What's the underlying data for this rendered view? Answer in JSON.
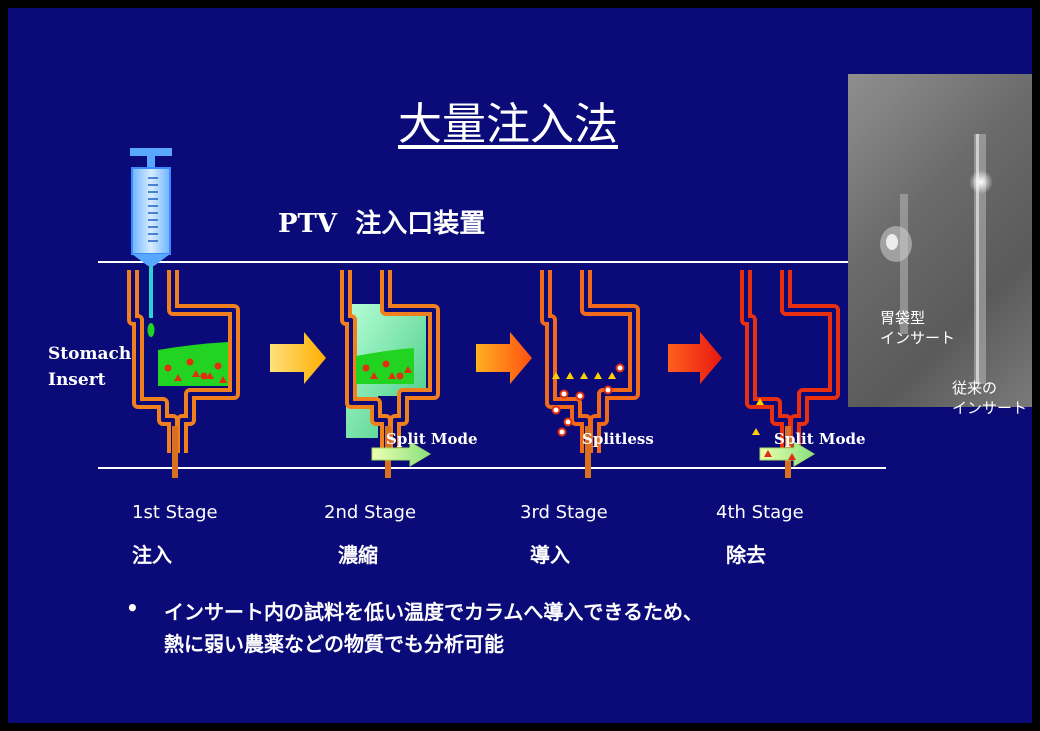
{
  "title": "大量注入法",
  "subtitle_ptv": "PTV",
  "subtitle_rest": "注入口装置",
  "stomach_label_1": "Stomach",
  "stomach_label_2": "Insert",
  "stages": [
    {
      "en": "1st Stage",
      "jp": "注入"
    },
    {
      "en": "2nd Stage",
      "jp": "濃縮",
      "mode": "Split Mode"
    },
    {
      "en": "3rd Stage",
      "jp": "導入",
      "mode": "Splitless"
    },
    {
      "en": "4th Stage",
      "jp": "除去",
      "mode": "Split Mode"
    }
  ],
  "photo_labels": {
    "stomach_insert_1": "胃袋型",
    "stomach_insert_2": "インサート",
    "conventional_1": "従来の",
    "conventional_2": "インサート"
  },
  "bullet_marker": "•",
  "bullet_line_1": "インサート内の試料を低い温度でカラムへ導入できるため、",
  "bullet_line_2": "熱に弱い農薬などの物質でも分析可能",
  "colors": {
    "background": "#0a0a78",
    "insert_orange": "#f07f1e",
    "insert_red": "#e83010",
    "liquid_green": "#22d322",
    "arrow_yellow": "#ffcc00"
  }
}
